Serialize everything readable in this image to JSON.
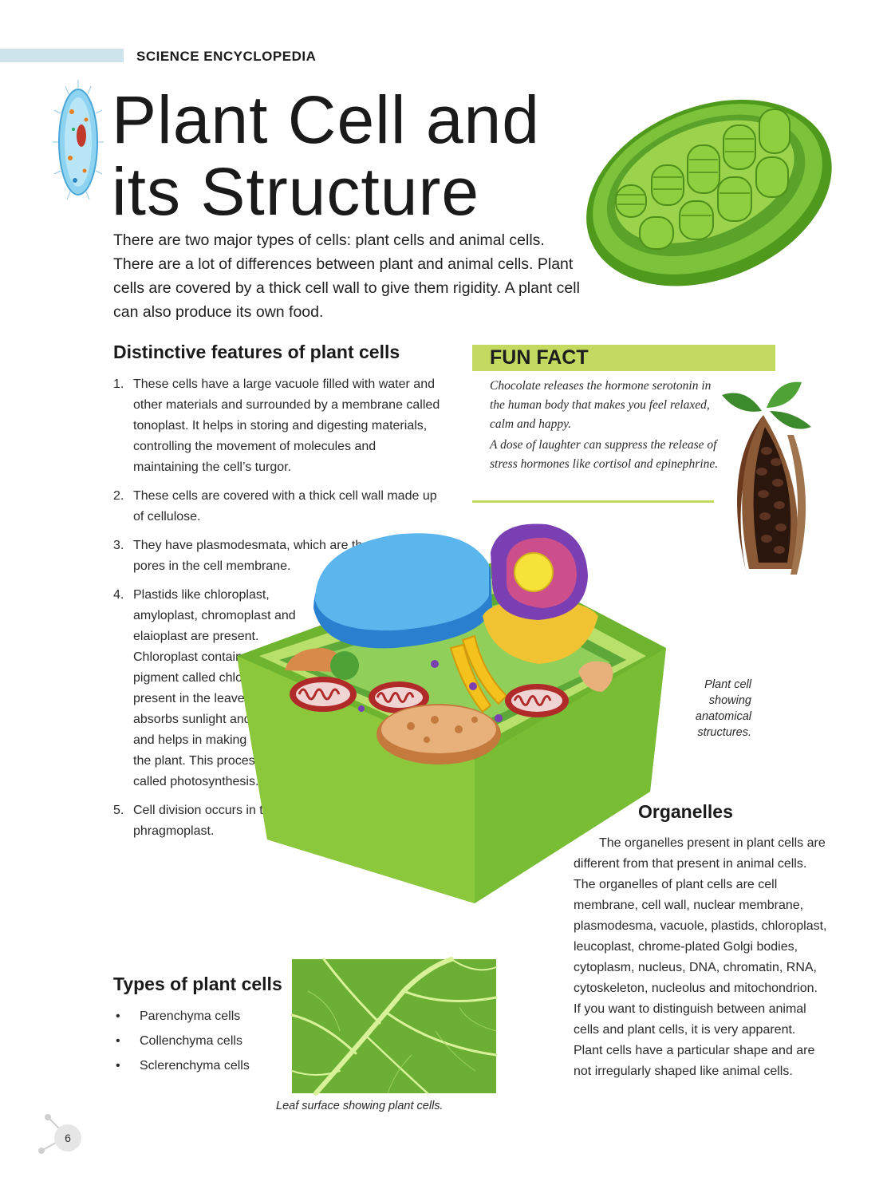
{
  "header": {
    "label": "SCIENCE ENCYCLOPEDIA"
  },
  "title": {
    "line1": "Plant Cell and",
    "line2": "its Structure"
  },
  "intro": "There are two major types of cells: plant cells and animal cells. There are a lot of differences between plant and animal cells. Plant cells are covered by a thick cell wall to give them rigidity. A plant cell can also produce its own food.",
  "features": {
    "heading": "Distinctive features of plant cells",
    "items": [
      {
        "num": "1.",
        "text": "These cells have a large vacuole filled with water and other materials and surrounded by a membrane called tonoplast. It helps in storing and digesting materials, controlling the movement of molecules and maintaining the cell’s turgor."
      },
      {
        "num": "2.",
        "text": "These cells are covered with a thick cell wall made up of cellulose."
      },
      {
        "num": "3.",
        "text": "They have plasmodesmata, which are the pores in the cell membrane."
      },
      {
        "num": "4.",
        "text": "Plastids like chloroplast, amyloplast, chromoplast and elaioplast are present. Chloroplast contains a green pigment called chlorophyll present in the leaves that absorbs sunlight and water, and helps in making food for the plant. This process is called photosynthesis."
      },
      {
        "num": "5.",
        "text": "Cell division occurs in the presence of phragmoplast."
      }
    ]
  },
  "fun_fact": {
    "title": "FUN FACT",
    "paragraphs": [
      "Chocolate releases the hormone serotonin in the human body that makes you feel relaxed, calm and happy.",
      "A dose of laughter can suppress the release of stress hormones like cortisol and epinephrine."
    ]
  },
  "cell_caption": "Plant cell showing anatomical structures.",
  "organelles": {
    "heading": "Organelles",
    "body": "The organelles present in plant cells are different from that present in animal cells. The organelles of plant cells are cell membrane, cell wall, nuclear membrane, plasmodesma, vacuole, plastids, chloroplast, leucoplast, chrome-plated Golgi bodies, cytoplasm, nucleus, DNA, chromatin, RNA, cytoskeleton, nucleolus and mitochondrion. If you want to distinguish between animal cells and plant cells, it is very apparent. Plant cells have a particular shape and are not irregularly shaped like animal cells."
  },
  "types": {
    "heading": "Types of plant cells",
    "items": [
      "Parenchyma cells",
      "Collenchyma cells",
      "Sclerenchyma cells"
    ]
  },
  "leaf_caption": "Leaf surface showing plant cells.",
  "page_number": "6",
  "colors": {
    "accent_green": "#c2da60",
    "header_blue": "#cde3ec"
  }
}
